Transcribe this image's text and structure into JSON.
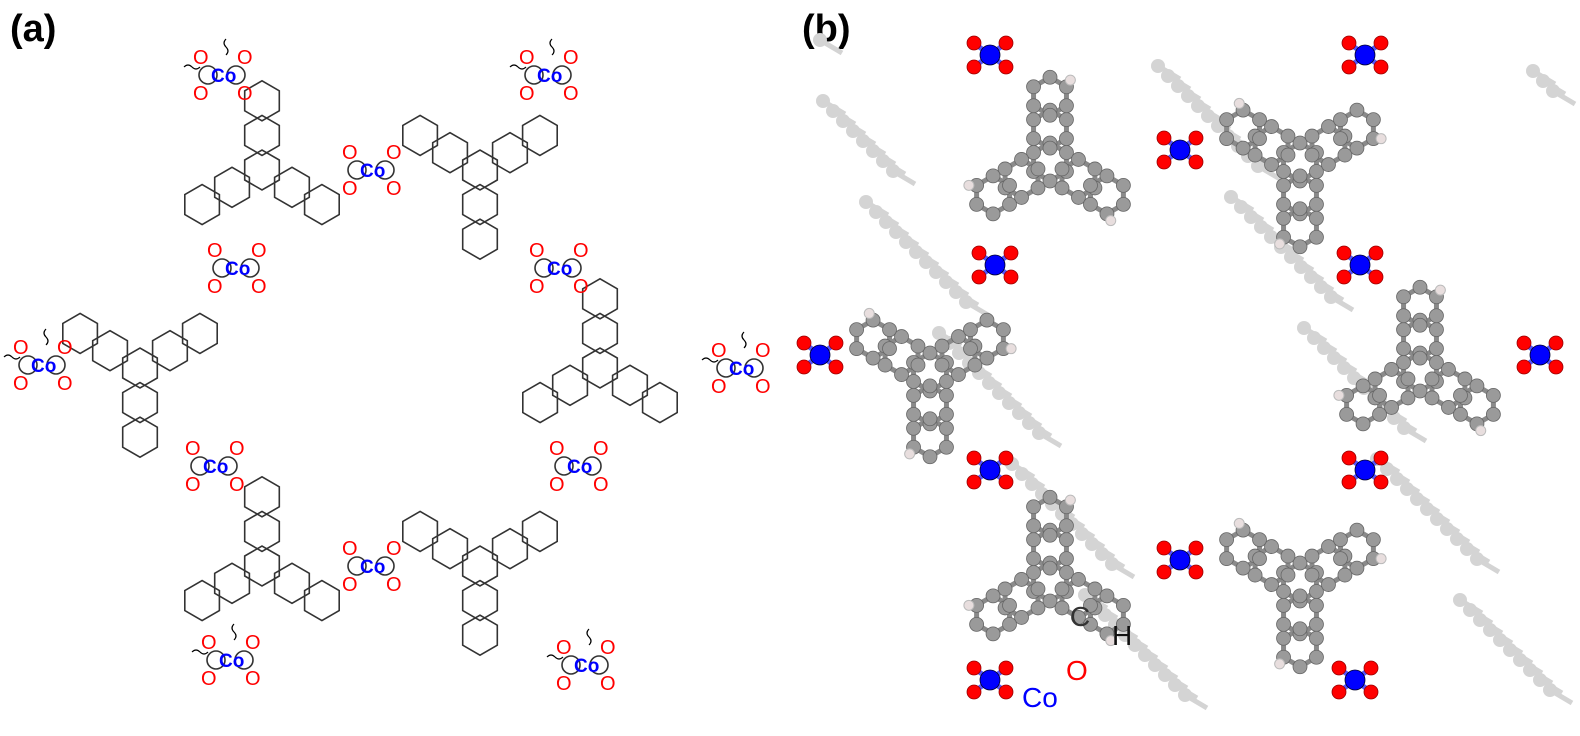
{
  "panels": [
    {
      "label": "(a)",
      "atom_labels": {
        "cobalt": "Co",
        "oxygen": "O"
      }
    },
    {
      "label": "(b)",
      "legend": {
        "carbon": "C",
        "hydrogen": "H",
        "oxygen": "O",
        "cobalt": "Co"
      }
    }
  ],
  "colors": {
    "oxygen": "#ff0000",
    "cobalt": "#0000ff",
    "carbon_bond": "#333333",
    "carbon_atom": "#9a9a9a",
    "hydrogen_atom": "#e8dede",
    "background_layer": "#d4d4d4"
  }
}
